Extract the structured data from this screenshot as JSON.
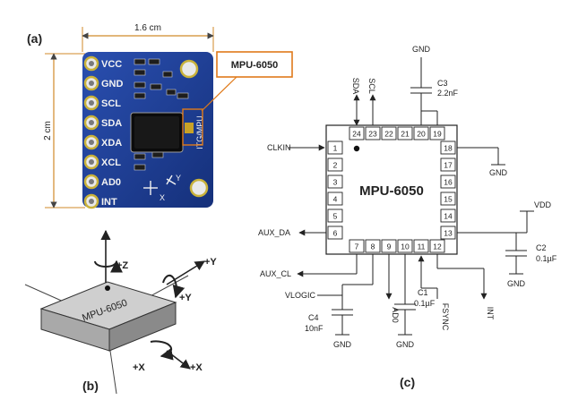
{
  "panel_labels": {
    "a": "(a)",
    "b": "(b)",
    "c": "(c)"
  },
  "board": {
    "width_dim": "1.6 cm",
    "height_dim": "2 cm",
    "callout": "MPU-6050",
    "chip_marking": "ITG/MPU",
    "pins": [
      "VCC",
      "GND",
      "SCL",
      "SDA",
      "XDA",
      "XCL",
      "AD0",
      "INT"
    ],
    "axis_x": "X",
    "axis_y": "Y",
    "colors": {
      "pcb": "#1a3a8f",
      "callout": "#e07a1a",
      "dim": "#d08a2a"
    }
  },
  "orientation": {
    "chip_label": "MPU-6050",
    "axes": {
      "z": "+Z",
      "y_outer": "+Y",
      "y_rot": "+Y",
      "x_rot": "+X",
      "x_outer": "+X"
    }
  },
  "schematic": {
    "chip_label": "MPU-6050",
    "pins_left": [
      "1",
      "2",
      "3",
      "4",
      "5",
      "6"
    ],
    "pins_right": [
      "18",
      "17",
      "16",
      "15",
      "14",
      "13"
    ],
    "pins_top": [
      "24",
      "23",
      "22",
      "21",
      "20",
      "19"
    ],
    "pins_bottom": [
      "7",
      "8",
      "9",
      "10",
      "11",
      "12"
    ],
    "signals": {
      "sda": "SDA",
      "scl": "SCL",
      "clkin": "CLKIN",
      "aux_da": "AUX_DA",
      "aux_cl": "AUX_CL",
      "vlogic": "VLOGIC",
      "ad0": "AD0",
      "fsync": "FSYNC",
      "int": "INT",
      "vdd": "VDD"
    },
    "gnd": "GND",
    "caps": {
      "c3": {
        "name": "C3",
        "value": "2.2nF"
      },
      "c2": {
        "name": "C2",
        "value": "0.1µF"
      },
      "c1": {
        "name": "C1",
        "value": "0.1µF"
      },
      "c4": {
        "name": "C4",
        "value": "10nF"
      }
    }
  }
}
